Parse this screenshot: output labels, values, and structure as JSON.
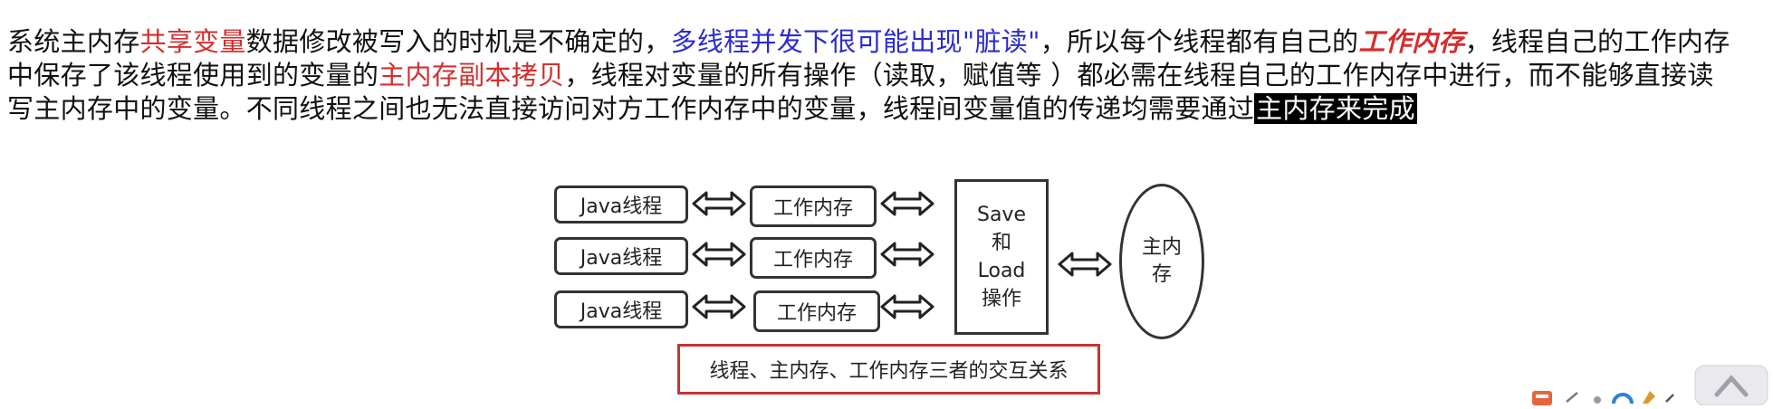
{
  "paragraph": {
    "line1": [
      {
        "text": "系统主内存",
        "style": "normal"
      },
      {
        "text": "共享变量",
        "style": "red"
      },
      {
        "text": "数据修改被写入的时机是不确定的，",
        "style": "normal"
      },
      {
        "text": "多线程并发下很可能出现\"脏读\"",
        "style": "blue"
      },
      {
        "text": "，所以每个线程都有自己的",
        "style": "normal"
      },
      {
        "text": "工作内存",
        "style": "redbold"
      },
      {
        "text": "，线程自己的工作内存",
        "style": "normal"
      }
    ],
    "line2": [
      {
        "text": "中保存了该线程使用到的变量的",
        "style": "normal"
      },
      {
        "text": "主内存副本拷贝",
        "style": "red"
      },
      {
        "text": "，线程对变量的所有操作（读取，赋值等 ）都必需在线程自己的工作内存中进行，而不能够直接读",
        "style": "normal"
      }
    ],
    "line3": [
      {
        "text": "写主内存中的变量。不同线程之间也无法直接访问对方工作内存中的变量，线程间变量值的传递均需要通过",
        "style": "normal"
      },
      {
        "text": "主内存来完成",
        "style": "highlight"
      }
    ]
  },
  "diagram": {
    "threads": [
      "Java线程",
      "Java线程",
      "Java线程"
    ],
    "work_memories": [
      "工作内存",
      "工作内存",
      "工作内存"
    ],
    "operations": [
      "Save",
      "和",
      "Load",
      "操作"
    ],
    "main_memory": [
      "主内",
      "存"
    ],
    "caption": "线程、主内存、工作内存三者的交互关系"
  },
  "colors": {
    "red_text": "#d32f2f",
    "blue_text": "#2b2bd0",
    "highlight_bg": "#000000",
    "caption_border": "#c43434"
  }
}
